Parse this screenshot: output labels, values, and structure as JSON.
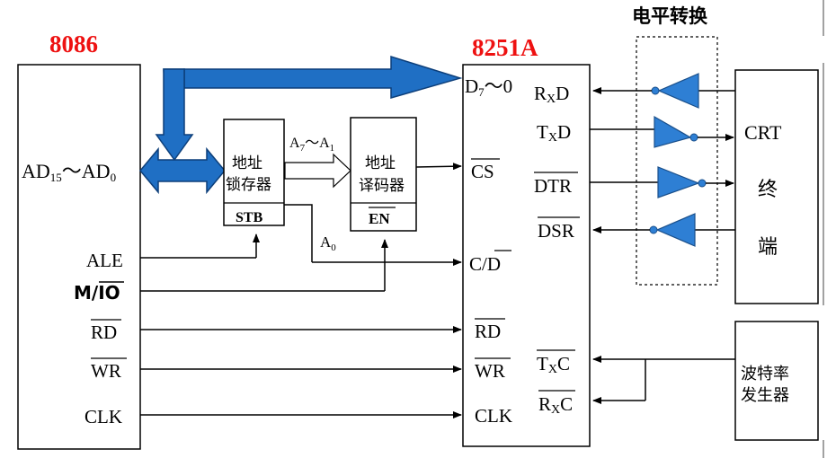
{
  "titles": {
    "cpu": "8086",
    "usart": "8251A",
    "level": "电平转换"
  },
  "cpu_pins": {
    "bus_pre": "AD",
    "bus_hi": "15",
    "bus_tilde": "～",
    "bus_mid": "AD",
    "bus_lo": "0",
    "ale": "ALE",
    "mio_pre": "M/",
    "mio_bar": "IO",
    "rd": "RD",
    "wr": "WR",
    "clk": "CLK"
  },
  "latch": {
    "line1": "地址",
    "line2": "锁存器",
    "strobe": "STB"
  },
  "addr_bus": {
    "a_pre": "A",
    "a_hi": "7",
    "tilde": "～",
    "a_mid": "A",
    "a_lo": "1",
    "a0_pre": "A",
    "a0_sub": "0"
  },
  "decoder": {
    "line1": "地址",
    "line2": "译码器",
    "enable": "EN"
  },
  "usart_pins": {
    "data_pre": "D",
    "data_sub": "7",
    "data_tilde": "～",
    "data_lo": "0",
    "cs": "CS",
    "cd_pre": "C/",
    "cd_bar": "D",
    "rd": "RD",
    "wr": "WR",
    "clk": "CLK",
    "rxd_r": "R",
    "rxd_x": "X",
    "rxd_d": "D",
    "txd_t": "T",
    "txd_x": "X",
    "txd_d": "D",
    "dtr": "DTR",
    "dsr": "DSR",
    "txc_t": "T",
    "txc_x": "X",
    "txc_c": "C",
    "rxc_r": "R",
    "rxc_x": "X",
    "rxc_c": "C"
  },
  "terminal": {
    "line1": "CRT",
    "line2": "终",
    "line3": "端"
  },
  "baud": {
    "line1": "波特率",
    "line2": "发生器"
  },
  "colors": {
    "title_red": "#ee1111",
    "bus_blue": "#1f6fc4",
    "buffer_blue": "#2e7fd4",
    "line": "#000000"
  }
}
